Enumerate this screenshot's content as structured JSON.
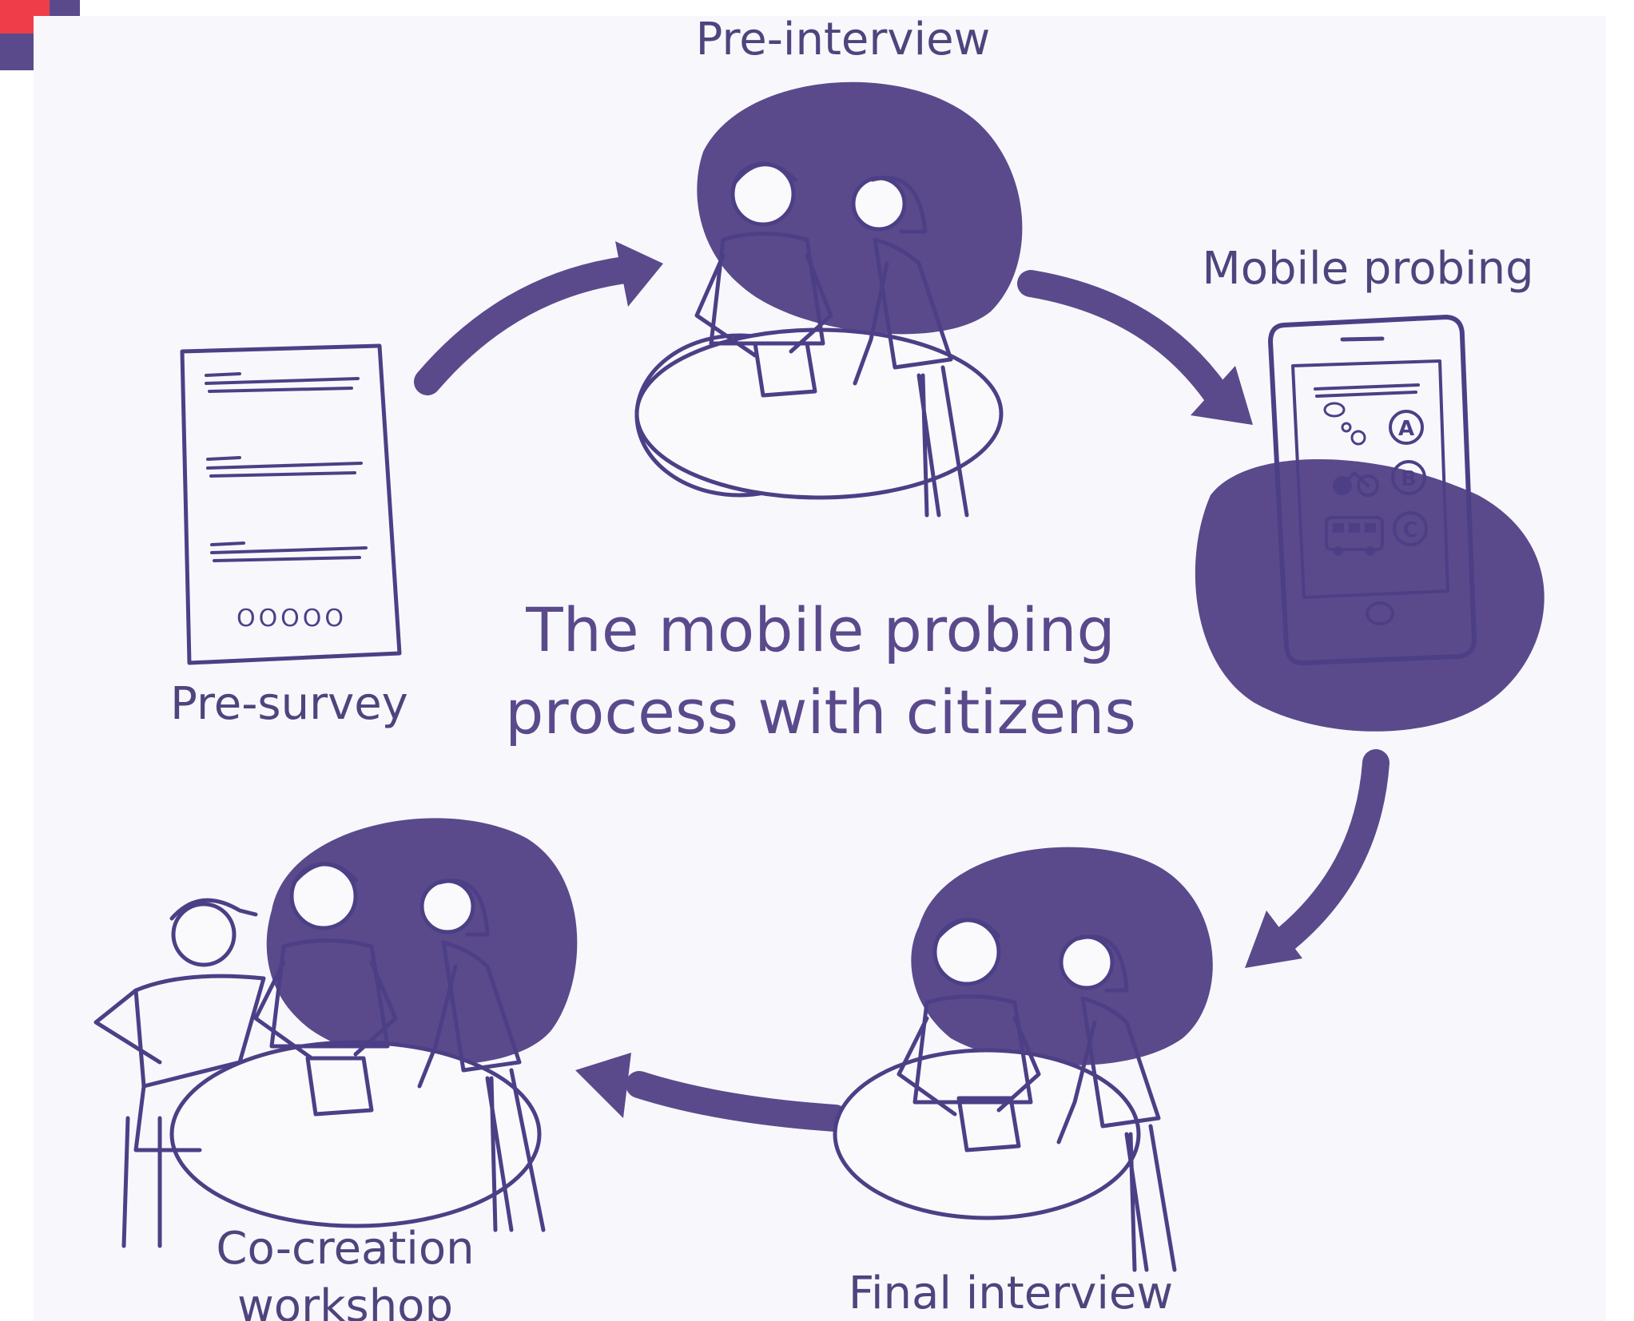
{
  "title_lines": [
    "The mobile probing",
    "process with citizens"
  ],
  "stages": {
    "pre_survey": "Pre-survey",
    "pre_interview": "Pre-interview",
    "mobile_probing": "Mobile probing",
    "final_interview": "Final interview",
    "co_creation_line1": "Co-creation",
    "co_creation_line2": "workshop"
  },
  "survey_rating_marks": "OOOOO",
  "phone_options": [
    "A",
    "B",
    "C"
  ],
  "colors": {
    "accent_purple": "#5a4a8c",
    "corner_red": "#ef3e4a",
    "corner_purple": "#5b4a8b",
    "panel_background": "#f8f8fc"
  },
  "icons": [
    "document-icon",
    "smartphone-icon",
    "bicycle-icon",
    "bus-icon",
    "thought-bubble-icon",
    "arrow-icon"
  ]
}
